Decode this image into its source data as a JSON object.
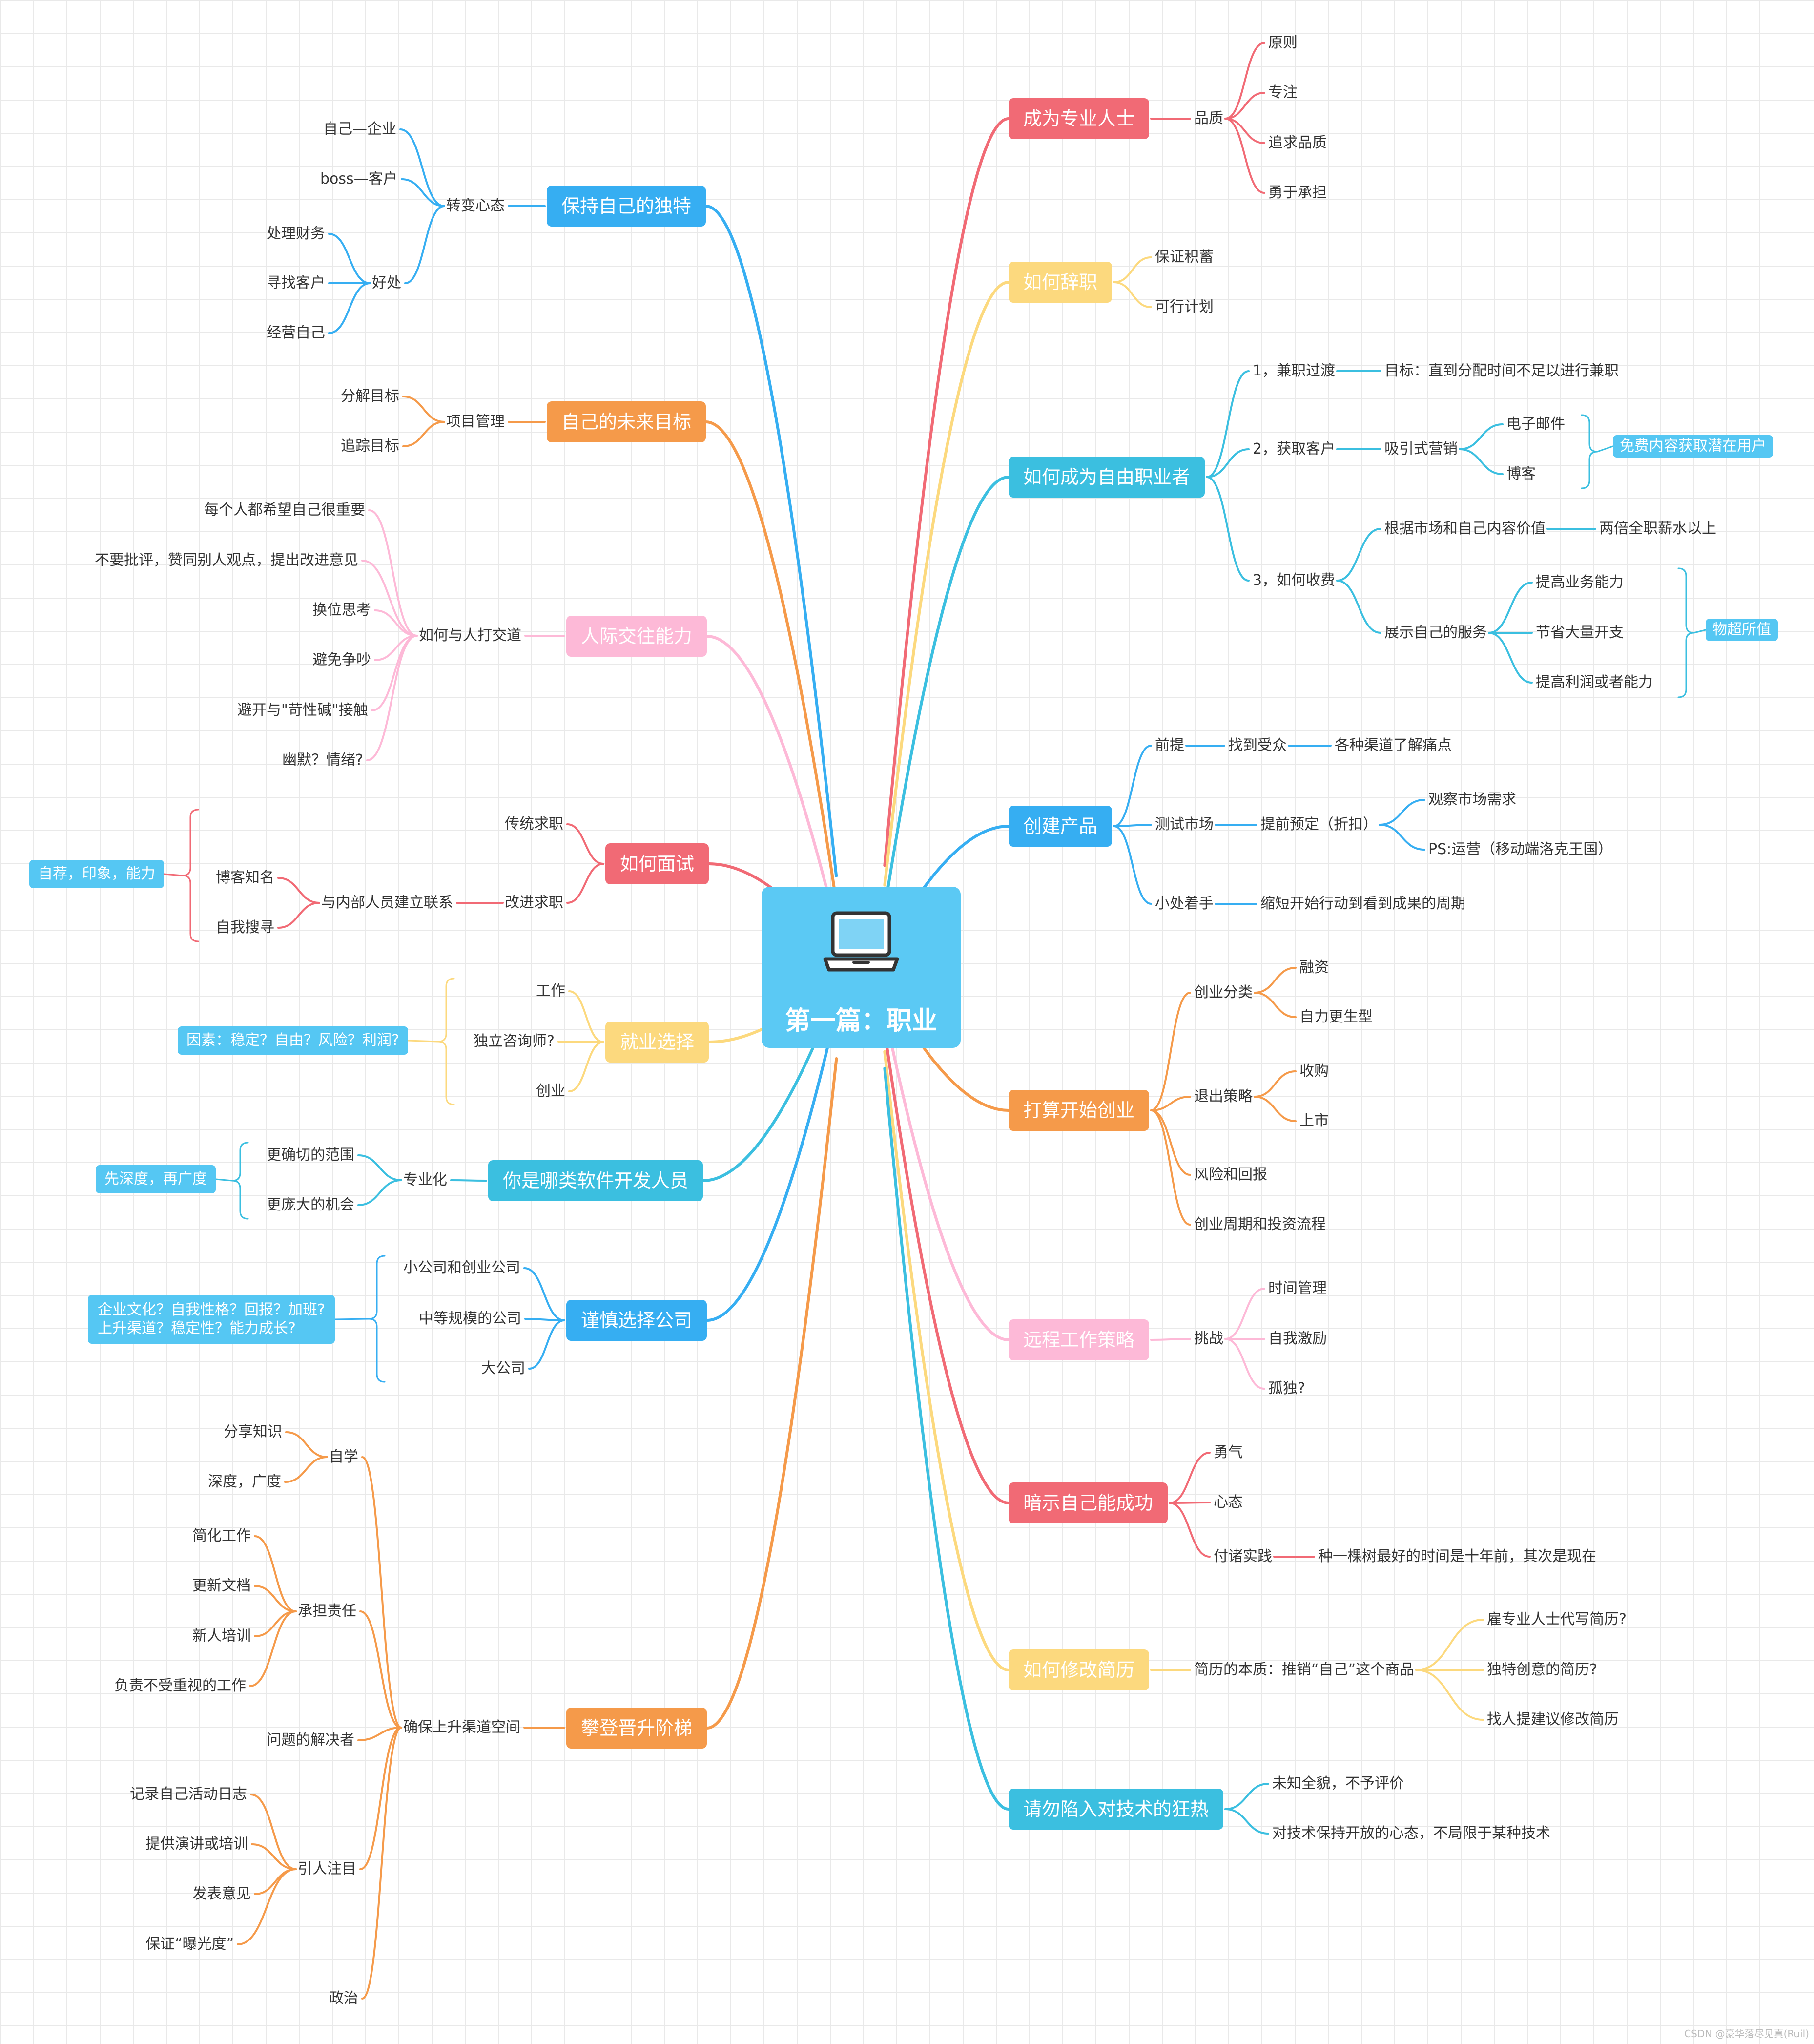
{
  "colors": {
    "red": "#f16a75",
    "yellow": "#fcd97e",
    "cyan": "#3bbfe0",
    "orange": "#f59a4a",
    "pink": "#fdb9d7",
    "blue": "#36aef2",
    "note": "#55c7f3",
    "root": "#5bc9f4",
    "grid": "#e9e9e9"
  },
  "root": {
    "title": "第一篇：职业",
    "icon": "laptop-icon"
  },
  "topics": {
    "zhuanye": "成为专业人士",
    "cizhi": "如何辞职",
    "ziyou": "如何成为自由职业者",
    "chanpin": "创建产品",
    "chuangye": "打算开始创业",
    "yuancheng": "远程工作策略",
    "anshi": "暗示自己能成功",
    "jianli": "如何修改简历",
    "jishu": "请勿陷入对技术的狂热",
    "dute": "保持自己的独特",
    "mubiao": "自己的未来目标",
    "renji": "人际交往能力",
    "mianshi": "如何面试",
    "jiuye": "就业选择",
    "kaifa": "你是哪类软件开发人员",
    "gongsi": "谨慎选择公司",
    "jinsheng": "攀登晋升阶梯"
  },
  "labels": {
    "pinzhi": "品质",
    "yuanze": "原则",
    "zhuanzhu": "专注",
    "zhuiqiu": "追求品质",
    "yongyu": "勇于承担",
    "baozheng": "保证积蓄",
    "kexing": "可行计划",
    "jianzhi": "1，兼职过渡",
    "jianzhi_goal": "目标：直到分配时间不足以进行兼职",
    "huoqu": "2，获取客户",
    "xiyin": "吸引式营销",
    "youjian": "电子邮件",
    "boke": "博客",
    "shoufei": "3，如何收费",
    "genju": "根据市场和自己内容价值",
    "liangbei": "两倍全职薪水以上",
    "zhanshi": "展示自己的服务",
    "tigao_yewu": "提高业务能力",
    "jiesheng": "节省大量开支",
    "tigao_lirun": "提高利润或者能力",
    "qianti": "前提",
    "zhaodao": "找到受众",
    "gezhong": "各种渠道了解痛点",
    "ceshi": "测试市场",
    "tiqian": "提前预定（折扣）",
    "guancha": "观察市场需求",
    "ps": "PS:运营（移动端洛克王国）",
    "xiaochu": "小处着手",
    "suoduan": "缩短开始行动到看到成果的周期",
    "fenlei": "创业分类",
    "rongzi": "融资",
    "zili": "自力更生型",
    "tuichu": "退出策略",
    "shougou": "收购",
    "shangshi": "上市",
    "fengxian": "风险和回报",
    "zhouqi": "创业周期和投资流程",
    "tiaozhan": "挑战",
    "shijian": "时间管理",
    "jili": "自我激励",
    "gudu": "孤独?",
    "yongqi": "勇气",
    "xintai": "心态",
    "fuzhu": "付诸实践",
    "zhongshu": "种一棵树最好的时间是十年前，其次是现在",
    "benzhi": "简历的本质：推销“自己”这个商品",
    "guyong": "雇专业人士代写简历?",
    "dute_jl": "独特创意的简历?",
    "zhaoren": "找人提建议修改简历",
    "weizhi": "未知全貌，不予评价",
    "kaifang": "对技术保持开放的心态，不局限于某种技术",
    "zhuanbian": "转变心态",
    "ziji_qiye": "自己—企业",
    "boss": "boss—客户",
    "haochu": "好处",
    "caiwu": "处理财务",
    "kehu": "寻找客户",
    "jingying": "经营自己",
    "xiangmu": "项目管理",
    "fenjie": "分解目标",
    "zhuizong": "追踪目标",
    "dajiaodao": "如何与人打交道",
    "meige": "每个人都希望自己很重要",
    "bupiping": "不要批评，赞同别人观点，提出改进意见",
    "huanwei": "换位思考",
    "bimian": "避免争吵",
    "bikai": "避开与\"苛性碱\"接触",
    "youmo": "幽默？情绪?",
    "chuantong": "传统求职",
    "gaijin": "改进求职",
    "neibu": "与内部人员建立联系",
    "bokezhi": "博客知名",
    "ziwo": "自我搜寻",
    "gongzuo": "工作",
    "duli": "独立咨询师?",
    "chuangye_j": "创业",
    "zhuanye_hua": "专业化",
    "fanwei": "更确切的范围",
    "jihui": "更庞大的机会",
    "xiao": "小公司和创业公司",
    "zhongdeng": "中等规模的公司",
    "da": "大公司",
    "zixue": "自学",
    "fenxiang": "分享知识",
    "shendu": "深度，广度",
    "chengdan": "承担责任",
    "jianhua": "简化工作",
    "gengxin": "更新文档",
    "xinren": "新人培训",
    "fuze": "负责不受重视的工作",
    "wenti": "问题的解决者",
    "quebao": "确保上升渠道空间",
    "yinren": "引人注目",
    "jilu": "记录自己活动日志",
    "yanjiang": "提供演讲或培训",
    "fabiao": "发表意见",
    "baoguang": "保证“曝光度”",
    "zhengzhi": "政治"
  },
  "notes": {
    "mianfei": "免费内容获取潜在用户",
    "wuchao": "物超所值",
    "zijian": "自荐，印象，能力",
    "yinsu": "因素：稳定？自由？风险？利润?",
    "xianshen": "先深度，再广度",
    "qiye": [
      "企业文化？自我性格？回报？加班?",
      "上升渠道？稳定性？能力成长?"
    ]
  },
  "watermark": "CSDN @豪华落尽见真(Ruil)"
}
